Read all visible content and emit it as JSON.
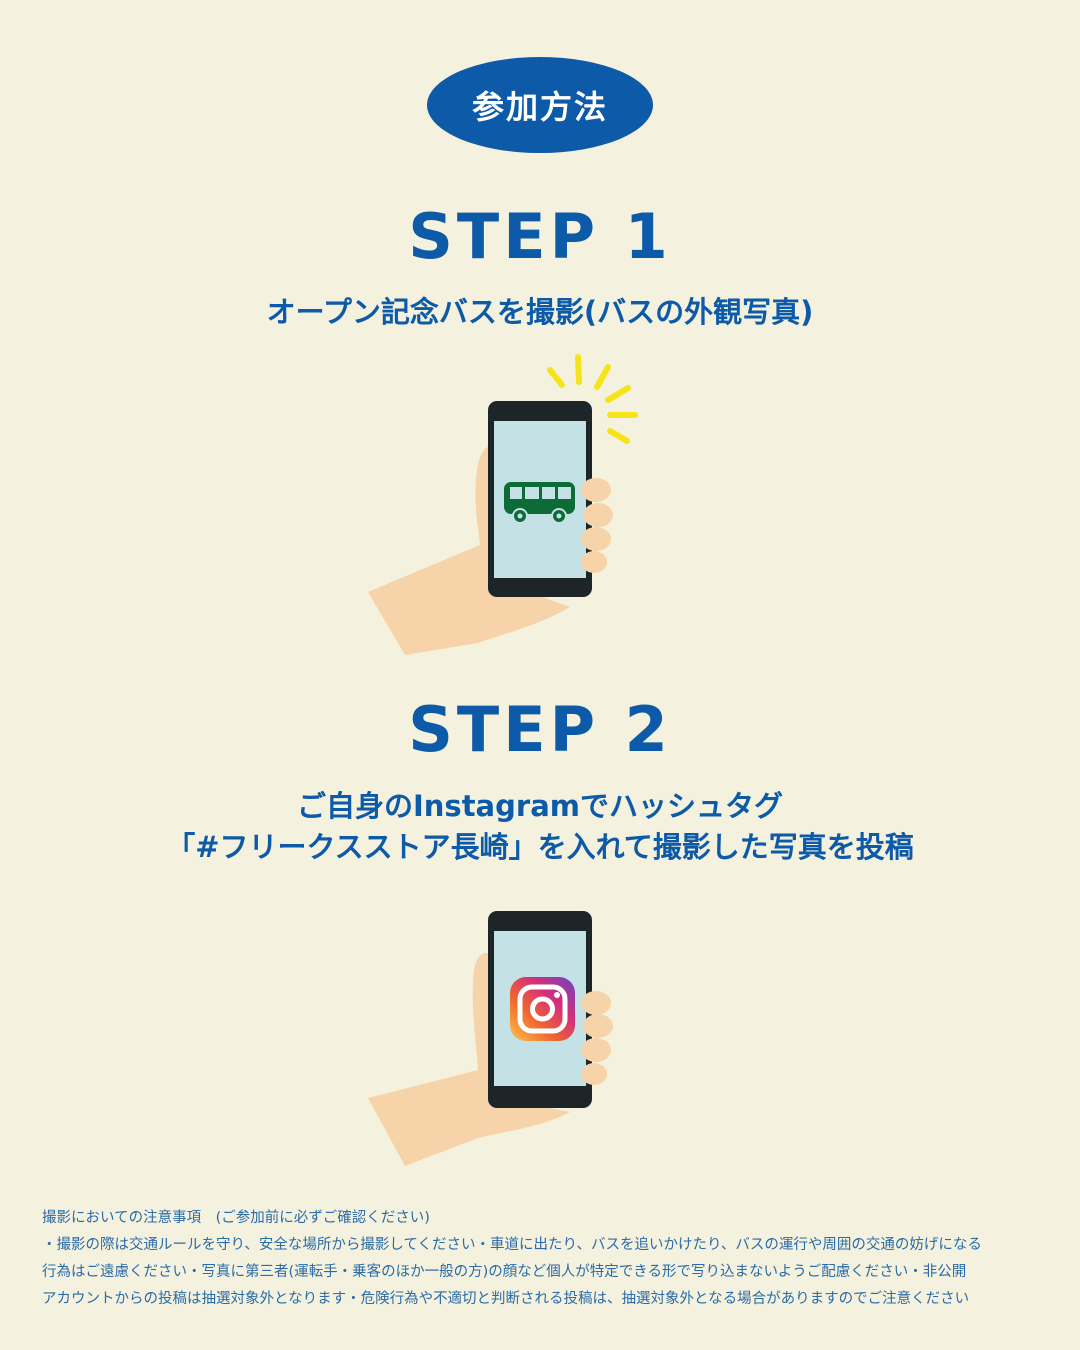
{
  "header": {
    "title": "参加方法"
  },
  "steps": [
    {
      "title": "STEP 1",
      "description_lines": [
        "オープン記念バスを撮影(バスの外観写真)"
      ],
      "illustration": {
        "screen_icon": "bus-icon",
        "has_flash_rays": true
      }
    },
    {
      "title": "STEP 2",
      "description_lines": [
        "ご自身のInstagramでハッシュタグ",
        "「#フリークスストア長崎」を入れて撮影した写真を投稿"
      ],
      "illustration": {
        "screen_icon": "instagram-icon",
        "has_flash_rays": false
      }
    }
  ],
  "notes": {
    "lines": [
      "撮影においての注意事項　(ご参加前に必ずご確認ください)",
      "・撮影の際は交通ルールを守り、安全な場所から撮影してください・車道に出たり、バスを追いかけたり、バスの運行や周囲の交通の妨げになる",
      "行為はご遠慮ください・写真に第三者(運転手・乗客のほか一般の方)の顔など個人が特定できる形で写り込まないようご配慮ください・非公開",
      "アカウントからの投稿は抽選対象外となります・危険行為や不適切と判断される投稿は、抽選対象外となる場合がありますのでご注意ください"
    ]
  },
  "colors": {
    "background": "#F4F2DE",
    "brand_blue": "#0D5AA8",
    "hand": "#F6D3A8",
    "phone_body": "#1E2529",
    "phone_screen": "#C4E2E6",
    "bus_green": "#0D6B38",
    "flash_yellow": "#F7E31A"
  }
}
